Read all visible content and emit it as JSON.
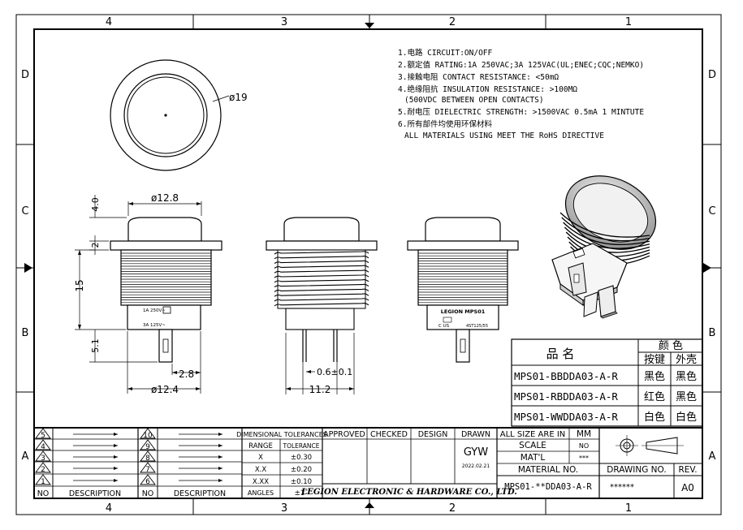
{
  "zones": {
    "columns": [
      "4",
      "3",
      "2",
      "1"
    ],
    "rows": [
      "D",
      "C",
      "B",
      "A"
    ]
  },
  "notes": [
    "1.电路 CIRCUIT:ON/OFF",
    "2.额定值 RATING:1A 250VAC;3A 125VAC(UL;ENEC;CQC;NEMKO)",
    "3.接触电阻 CONTACT RESISTANCE: <50mΩ",
    "4.绝缘阻抗 INSULATION RESISTANCE: >100MΩ",
    "(500VDC BETWEEN OPEN CONTACTS)",
    "5.耐电压 DIELECTRIC STRENGTH: >1500VAC 0.5mA 1 MINTUTE",
    "6.所有部件均使用环保材料",
    "ALL MATERIALS USING MEET THE RoHS DIRECTIVE"
  ],
  "dimensions": {
    "top_diameter": "ø19",
    "cap_diameter": "ø12.8",
    "cap_height": "4.0",
    "flange_height": "2",
    "body_height": "15",
    "terminal_length": "5.1",
    "terminal_offset": "2.8",
    "body_diameter": "ø12.4",
    "terminal_thickness": "0.6±0.1",
    "terminal_spacing": "11.2"
  },
  "body_markings": {
    "rating_line_1": "1A 250V~",
    "rating_line_2": "3A 125V~",
    "brand": "LEGION  MPS01",
    "cert": "C   US",
    "cert_code": "4ST125/55"
  },
  "parts_table": {
    "name_header": "品  名",
    "color_header": "颜  色",
    "key_header": "按键",
    "shell_header": "外壳",
    "rows": [
      {
        "part": "MPS01-BBDDA03-A-R",
        "key": "黑色",
        "shell": "黑色"
      },
      {
        "part": "MPS01-RBDDA03-A-R",
        "key": "红色",
        "shell": "黑色"
      },
      {
        "part": "MPS01-WWDDA03-A-R",
        "key": "白色",
        "shell": "白色"
      }
    ]
  },
  "revision_table": {
    "no_header": "NO",
    "desc_header": "DESCRIPTION",
    "left_numbers": [
      "5",
      "4",
      "3",
      "2",
      "1"
    ],
    "right_numbers": [
      "10",
      "9",
      "8",
      "7",
      "6"
    ]
  },
  "tolerances": {
    "title": "DIMENSIONAL TOLERANCES",
    "range_header": "RANGE",
    "tol_header": "TOLERANCE",
    "rows": [
      {
        "range": "X",
        "tol": "±0.30"
      },
      {
        "range": "X.X",
        "tol": "±0.20"
      },
      {
        "range": "X.XX",
        "tol": "±0.10"
      },
      {
        "range": "ANGLES",
        "tol": "±1˚"
      }
    ]
  },
  "approval": {
    "approved": "APPROVED",
    "checked": "CHECKED",
    "design": "DESIGN",
    "drawn": "DRAWN",
    "drawn_by": "GYW",
    "drawn_date": "2022.02.21"
  },
  "title_block": {
    "size_label": "ALL SIZE ARE IN",
    "size_unit": "MM",
    "scale_label": "SCALE",
    "scale_value": "NO",
    "matl_label": "MAT'L",
    "matl_value": "***",
    "material_no_label": "MATERIAL NO.",
    "material_no_value": "MPS01-**DDA03-A-R",
    "drawing_no_label": "DRAWING NO.",
    "drawing_no_value": "******",
    "rev_label": "REV.",
    "rev_value": "A0",
    "company": "LEGION ELECTRONIC & HARDWARE CO., LTD."
  }
}
